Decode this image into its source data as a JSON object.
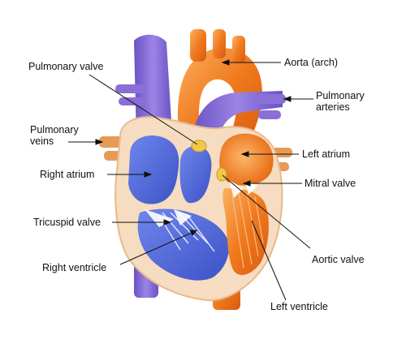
{
  "labels": {
    "pulmonary_valve": "Pulmonary valve",
    "aorta_arch": "Aorta (arch)",
    "pulmonary_arteries_line1": "Pulmonary",
    "pulmonary_arteries_line2": "arteries",
    "pulmonary_veins_line1": "Pulmonary",
    "pulmonary_veins_line2": "veins",
    "left_atrium": "Left atrium",
    "right_atrium": "Right atrium",
    "mitral_valve": "Mitral valve",
    "tricuspid_valve": "Tricuspid valve",
    "aortic_valve": "Aortic valve",
    "right_ventricle": "Right ventricle",
    "left_ventricle": "Left ventricle"
  },
  "colors": {
    "deoxygenated_blue": "#4a63d8",
    "vessel_purple": "#8a6fd6",
    "oxygenated_orange": "#f07a1e",
    "muscle_tan": "#f6dcc0",
    "valve_yellow": "#f2c84a",
    "pointer_line": "#111111"
  }
}
